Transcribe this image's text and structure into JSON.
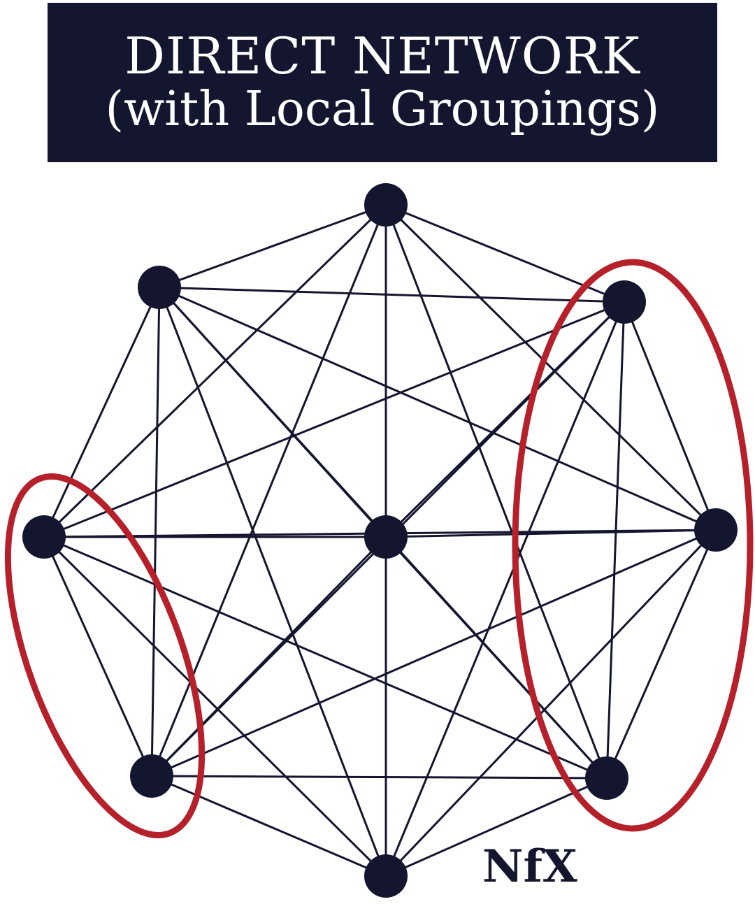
{
  "title": {
    "line1": "DIRECT NETWORK",
    "line2": "(with Local Groupings)"
  },
  "brand_logo": "NfX",
  "colors": {
    "node": "#14152e",
    "edge": "#14152e",
    "grouping": "#b5202a",
    "banner": "#14152e",
    "banner_text": "#ffffff"
  },
  "diagram": {
    "nodes": [
      {
        "id": "top"
      },
      {
        "id": "upper-left"
      },
      {
        "id": "upper-right"
      },
      {
        "id": "left"
      },
      {
        "id": "center"
      },
      {
        "id": "right"
      },
      {
        "id": "lower-left"
      },
      {
        "id": "lower-right"
      },
      {
        "id": "bottom"
      }
    ],
    "edges": [
      [
        "top",
        "upper-left"
      ],
      [
        "top",
        "upper-right"
      ],
      [
        "top",
        "left"
      ],
      [
        "top",
        "center"
      ],
      [
        "top",
        "right"
      ],
      [
        "top",
        "lower-left"
      ],
      [
        "top",
        "lower-right"
      ],
      [
        "top",
        "bottom"
      ],
      [
        "upper-left",
        "upper-right"
      ],
      [
        "upper-left",
        "left"
      ],
      [
        "upper-left",
        "center"
      ],
      [
        "upper-left",
        "right"
      ],
      [
        "upper-left",
        "lower-left"
      ],
      [
        "upper-left",
        "lower-right"
      ],
      [
        "upper-left",
        "bottom"
      ],
      [
        "upper-right",
        "left"
      ],
      [
        "upper-right",
        "center"
      ],
      [
        "upper-right",
        "right"
      ],
      [
        "upper-right",
        "lower-left"
      ],
      [
        "upper-right",
        "lower-right"
      ],
      [
        "upper-right",
        "bottom"
      ],
      [
        "left",
        "center"
      ],
      [
        "left",
        "right"
      ],
      [
        "left",
        "lower-left"
      ],
      [
        "left",
        "lower-right"
      ],
      [
        "left",
        "bottom"
      ],
      [
        "center",
        "right"
      ],
      [
        "center",
        "lower-left"
      ],
      [
        "center",
        "lower-right"
      ],
      [
        "center",
        "bottom"
      ],
      [
        "right",
        "lower-left"
      ],
      [
        "right",
        "lower-right"
      ],
      [
        "right",
        "bottom"
      ],
      [
        "lower-left",
        "lower-right"
      ],
      [
        "lower-left",
        "bottom"
      ],
      [
        "lower-right",
        "bottom"
      ]
    ],
    "groupings": [
      {
        "id": "left-group",
        "members": [
          "left",
          "lower-left"
        ]
      },
      {
        "id": "right-group",
        "members": [
          "upper-right",
          "right",
          "lower-right"
        ]
      }
    ]
  }
}
